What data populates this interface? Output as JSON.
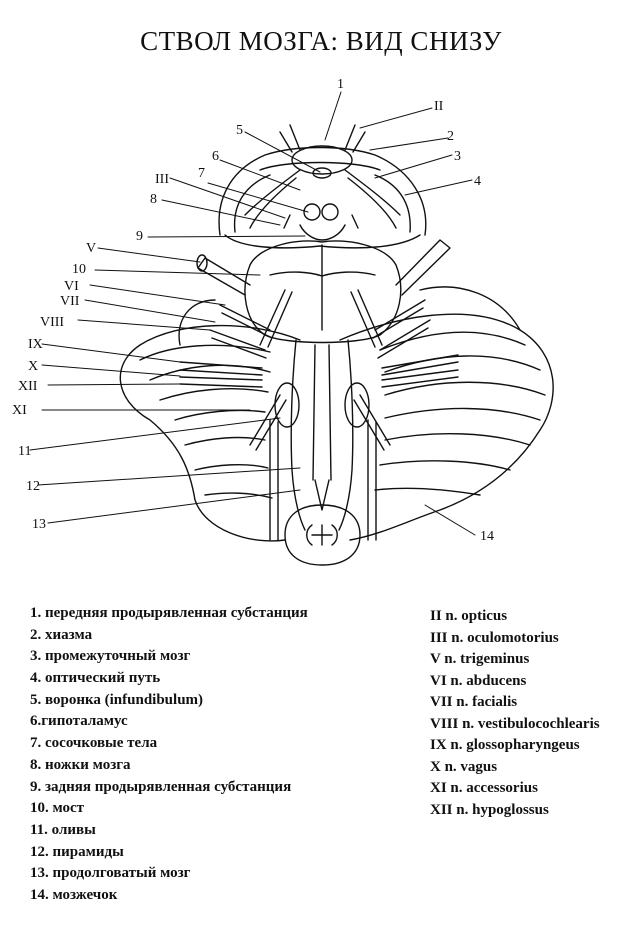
{
  "title": "СТВОЛ МОЗГА: ВИД СНИЗУ",
  "labels": {
    "n1": "1",
    "n2": "2",
    "n3": "3",
    "n4": "4",
    "n5": "5",
    "n6": "6",
    "n7": "7",
    "n8": "8",
    "n9": "9",
    "n10": "10",
    "n11": "11",
    "n12": "12",
    "n13": "13",
    "n14": "14",
    "rII": "II",
    "rIII": "III",
    "rV": "V",
    "rVI": "VI",
    "rVII": "VII",
    "rVIII": "VIII",
    "rIX": "IX",
    "rX": "X",
    "rXI": "XI",
    "rXII": "XII"
  },
  "structures": [
    "1. передняя продырявленная субстанция",
    "2. хиазма",
    "3. промежуточный мозг",
    "4. оптический путь",
    "5. воронка (infundibulum)",
    "6.гипоталамус",
    "7. сосочковые тела",
    "8. ножки мозга",
    "9. задняя продырявленная субстанция",
    "10. мост",
    "11. оливы",
    "12. пирамиды",
    "13. продолговатый мозг",
    "14. мозжечок"
  ],
  "nerves": [
    "II n. opticus",
    "III n. oculomotorius",
    "V n. trigeminus",
    "VI n. abducens",
    "VII n. facialis",
    "VIII n. vestibulocochlearis",
    "IX n. glossopharyngeus",
    "X n. vagus",
    "XI n. accessorius",
    "XII n. hypoglossus"
  ]
}
